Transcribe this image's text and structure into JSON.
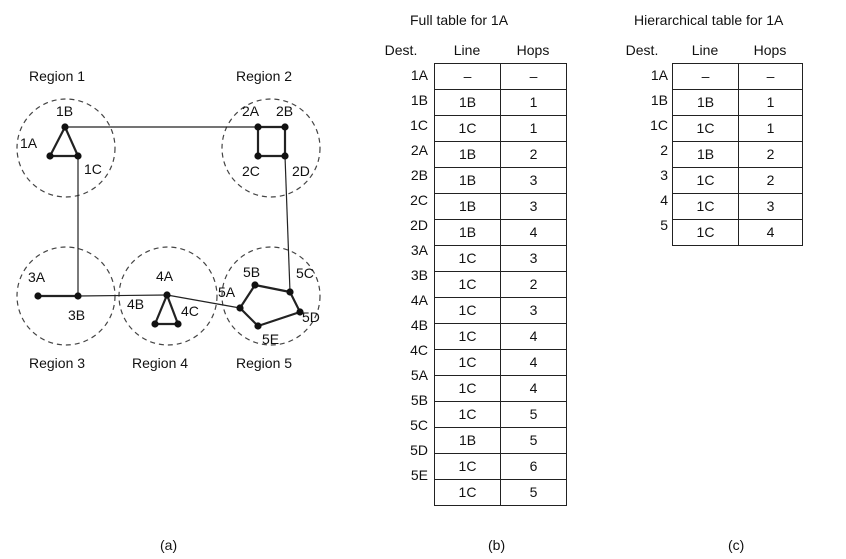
{
  "diagram": {
    "regions": [
      {
        "id": "r1",
        "label": "Region 1"
      },
      {
        "id": "r2",
        "label": "Region 2"
      },
      {
        "id": "r3",
        "label": "Region 3"
      },
      {
        "id": "r4",
        "label": "Region 4"
      },
      {
        "id": "r5",
        "label": "Region 5"
      }
    ],
    "routers": [
      "1A",
      "1B",
      "1C",
      "2A",
      "2B",
      "2C",
      "2D",
      "3A",
      "3B",
      "4A",
      "4B",
      "4C",
      "5A",
      "5B",
      "5C",
      "5D",
      "5E"
    ],
    "links": [
      [
        "1A",
        "1B"
      ],
      [
        "1A",
        "1C"
      ],
      [
        "1B",
        "1C"
      ],
      [
        "1B",
        "2A"
      ],
      [
        "1C",
        "3B"
      ],
      [
        "2A",
        "2B"
      ],
      [
        "2A",
        "2C"
      ],
      [
        "2B",
        "2D"
      ],
      [
        "2C",
        "2D"
      ],
      [
        "2D",
        "5C"
      ],
      [
        "3A",
        "3B"
      ],
      [
        "3B",
        "4A"
      ],
      [
        "4A",
        "4B"
      ],
      [
        "4A",
        "4C"
      ],
      [
        "4B",
        "4C"
      ],
      [
        "4A",
        "5A"
      ],
      [
        "5A",
        "5B"
      ],
      [
        "5B",
        "5C"
      ],
      [
        "5C",
        "5D"
      ],
      [
        "5D",
        "5E"
      ],
      [
        "5E",
        "5A"
      ]
    ],
    "panel_label": "(a)"
  },
  "full_table": {
    "title": "Full table for 1A",
    "headers": {
      "dest": "Dest.",
      "line": "Line",
      "hops": "Hops"
    },
    "rows": [
      {
        "dest": "1A",
        "line": "–",
        "hops": "–"
      },
      {
        "dest": "1B",
        "line": "1B",
        "hops": "1"
      },
      {
        "dest": "1C",
        "line": "1C",
        "hops": "1"
      },
      {
        "dest": "2A",
        "line": "1B",
        "hops": "2"
      },
      {
        "dest": "2B",
        "line": "1B",
        "hops": "3"
      },
      {
        "dest": "2C",
        "line": "1B",
        "hops": "3"
      },
      {
        "dest": "2D",
        "line": "1B",
        "hops": "4"
      },
      {
        "dest": "3A",
        "line": "1C",
        "hops": "3"
      },
      {
        "dest": "3B",
        "line": "1C",
        "hops": "2"
      },
      {
        "dest": "4A",
        "line": "1C",
        "hops": "3"
      },
      {
        "dest": "4B",
        "line": "1C",
        "hops": "4"
      },
      {
        "dest": "4C",
        "line": "1C",
        "hops": "4"
      },
      {
        "dest": "5A",
        "line": "1C",
        "hops": "4"
      },
      {
        "dest": "5B",
        "line": "1C",
        "hops": "5"
      },
      {
        "dest": "5C",
        "line": "1B",
        "hops": "5"
      },
      {
        "dest": "5D",
        "line": "1C",
        "hops": "6"
      },
      {
        "dest": "5E",
        "line": "1C",
        "hops": "5"
      }
    ],
    "panel_label": "(b)"
  },
  "hier_table": {
    "title": "Hierarchical table for 1A",
    "headers": {
      "dest": "Dest.",
      "line": "Line",
      "hops": "Hops"
    },
    "rows": [
      {
        "dest": "1A",
        "line": "–",
        "hops": "–"
      },
      {
        "dest": "1B",
        "line": "1B",
        "hops": "1"
      },
      {
        "dest": "1C",
        "line": "1C",
        "hops": "1"
      },
      {
        "dest": "2",
        "line": "1B",
        "hops": "2"
      },
      {
        "dest": "3",
        "line": "1C",
        "hops": "2"
      },
      {
        "dest": "4",
        "line": "1C",
        "hops": "3"
      },
      {
        "dest": "5",
        "line": "1C",
        "hops": "4"
      }
    ],
    "panel_label": "(c)"
  }
}
